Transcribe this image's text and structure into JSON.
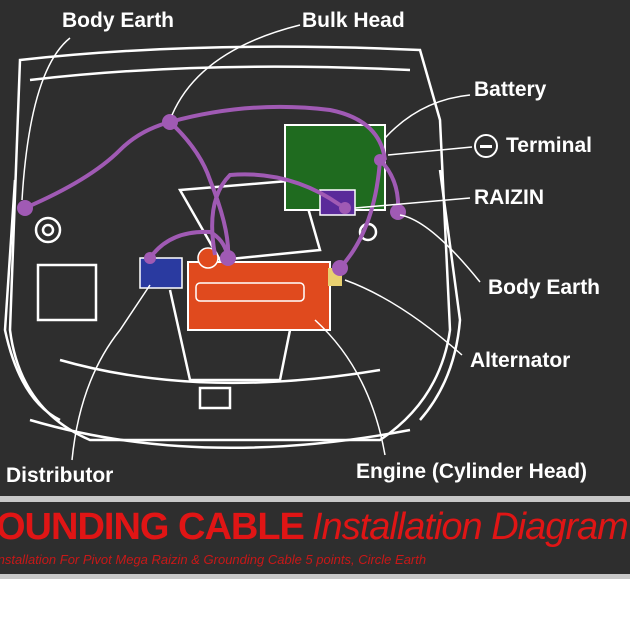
{
  "labels": {
    "body_earth_top": "Body Earth",
    "bulk_head": "Bulk Head",
    "battery": "Battery",
    "terminal": "Terminal",
    "raizin": "RAIZIN",
    "body_earth_right": "Body Earth",
    "alternator": "Alternator",
    "distributor": "Distributor",
    "engine": "Engine (Cylinder Head)"
  },
  "banner": {
    "title_bold": "OUNDING CABLE",
    "title_italic": "Installation Diagram",
    "subtitle": "Installation For Pivot Mega Raizin & Grounding Cable 5 points, Circle Earth"
  },
  "colors": {
    "background": "#2e2e2e",
    "cable": "#a05ab4",
    "battery": "#1f6b1f",
    "engine": "#e04a1e",
    "title": "#e01515"
  }
}
